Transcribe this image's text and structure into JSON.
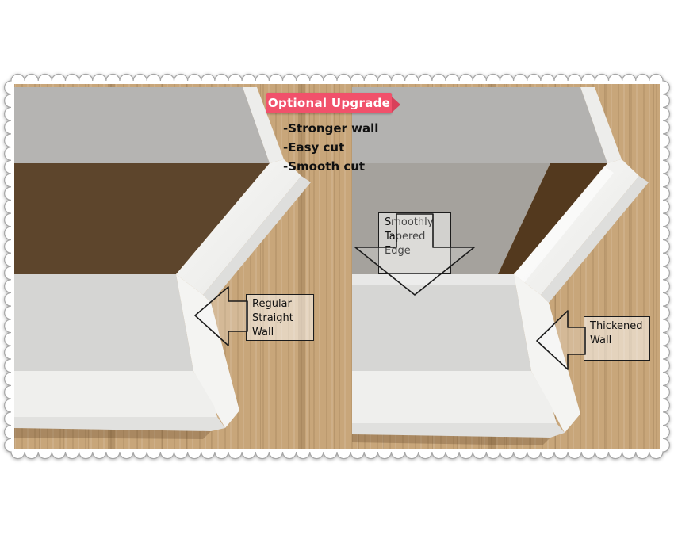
{
  "banner": {
    "label": "Optional Upgrade"
  },
  "features": {
    "items": [
      "-Stronger wall",
      "-Easy cut",
      "-Smooth cut"
    ]
  },
  "callouts": {
    "regular": {
      "lines": [
        "Regular",
        "Straight",
        "Wall"
      ]
    },
    "tapered": {
      "lines": [
        "Smoothly",
        "Tapered",
        "Edge"
      ]
    },
    "thickened": {
      "lines": [
        "Thickened",
        "Wall"
      ]
    }
  },
  "colors": {
    "banner_bg": "#f1516b",
    "banner_tail": "#d8405a",
    "wood": "#c8a67a",
    "wall_top_gray": "#b5b4b2",
    "interior_shadow": "#5d452c",
    "wall_white": "#f4f4f2",
    "annotation_outline": "#1c1c1c",
    "lace_frame": "#ffffff"
  }
}
